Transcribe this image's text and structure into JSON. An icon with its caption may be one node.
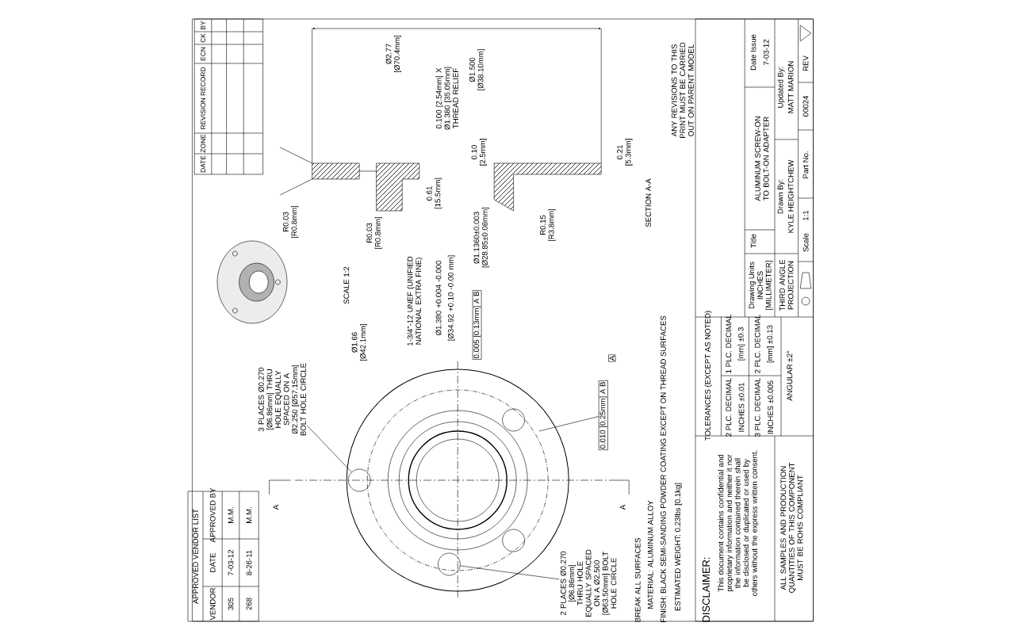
{
  "diagram": {
    "nodes": [
      {
        "text": [
          "3 PLACES Ø0.270 [Ø6.86mm] THRU HOLE EQUALLY SPACED ON A Ø2.250 [Ø57.15mm] BOLT HOLE CIRCLE"
        ]
      },
      {
        "text": [],
        "shape": "circle"
      },
      {
        "text": [
          "2 PLACES Ø0.270 [Ø6.86mm] THRU HOLE EQUALLY SPACED ON A Ø2.500 [Ø63.50mm] BOLT HOLE CIRCLE"
        ]
      },
      {
        "text": [],
        "shape": "circle"
      },
      {
        "text": [
          "0.010 [0.25mm] A B"
        ]
      }
    ],
    "edges": [
      {
        "from": 0,
        "to": 1,
        "arrow": "none"
      },
      {
        "from": 2,
        "to": 3,
        "arrow": "none"
      },
      {
        "from": 4,
        "to": null,
        "arrow": "none"
      }
    ],
    "labels": [
      "DATE",
      "ZONE",
      "REVISION RECORD",
      "ECN",
      "CK",
      "BY",
      "Ø2.77 [Ø70.4mm]",
      "Ø1.500 [Ø38.10mm]",
      "0.100 [2.54mm] X Ø1.380 [35.05mm] THREAD RELIEF",
      "0.10 [2.5mm]",
      "0.61 [15.5mm]",
      "R0.03 [R0.8mm]",
      "R0.03 [R0.8mm]",
      "1-3/4\"-12 UNEF (UNIFIED NATIONAL EXTRA FINE)",
      "Ø1.380 +0.004 -0.000",
      "[Ø34.92 +0.10 -0.00 mm]",
      "Ø1.1360±0.003 [Ø28.85±0.08mm]",
      "R0.15 [R3.8mm]",
      "0.21 [5.3mm]",
      "SECTION A-A",
      "ANY REVISIONS TO THIS PRINT MUST BE CARRIED OUT ON PARENT MODEL",
      "SCALE 1:2",
      "Ø1.66 [Ø42.1mm]",
      "0.005 [0.13mm] A B",
      "A",
      "A",
      "A",
      "BREAK ALL SURFACES",
      "MATERIAL: ALUMINUM ALLOY",
      "FINISH: BLACK SEMI-SANDING POWDER COATING EXCEPT ON THREAD SURFACES",
      "ESTIMATED WEIGHT: 0.23lbs [0.1kg]",
      "DISCLAIMER:",
      "This document contains confidential and proprietary information and neither it nor the information contained therein shall be disclosed or duplicated or used by others without the express written consent.",
      "ALL SAMPLES AND PRODUCTION QUANTITIES OF THIS COMPONENT MUST BE ROHS COMPLIANT",
      "TOLERANCES (EXCEPT AS NOTED)",
      "2 PLC. DECIMAL",
      "1 PLC. DECIMAL",
      "INCHES ±0.01",
      "[mm] ±0.3",
      "3 PLC. DECIMAL",
      "2 PLC. DECIMAL",
      "INCHES ±0.005",
      "[mm] ±0.13",
      "ANGULAR ±2°",
      "Drawing Units",
      "INCHES [MILLIMETER]",
      "THIRD ANGLE PROJECTION",
      "Title",
      "ALUMINUM SCREW-ON TO BOLT-ON ADAPTER",
      "Date Issue",
      "7-03-12",
      "Drawn By:",
      "KYLE HEIGHTCHEW",
      "Updated By:",
      "MATT MARION",
      "Scale",
      "1:1",
      "Part No.",
      "00024",
      "REV",
      "APPROVED VENDOR LIST",
      "VENDOR",
      "DATE",
      "APPROVED BY",
      "305",
      "7-03-12",
      "M.M.",
      "268",
      "8-26-11",
      "M.M."
    ]
  }
}
